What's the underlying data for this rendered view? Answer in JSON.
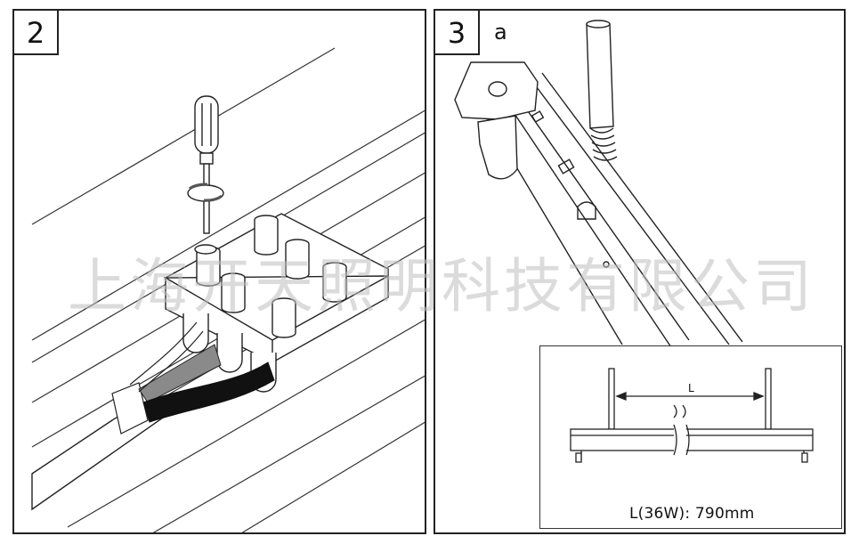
{
  "panels": [
    {
      "step": "2"
    },
    {
      "step": "3",
      "sub_label": "a",
      "inset": {
        "dimension_label": "L",
        "caption": "L(36W): 790mm"
      }
    }
  ],
  "watermark": "上海开天照明科技有限公司",
  "colors": {
    "line": "#222222",
    "cable_black": "#111111",
    "cable_gray": "#8a8a8a",
    "watermark": "#bfbfbf"
  }
}
